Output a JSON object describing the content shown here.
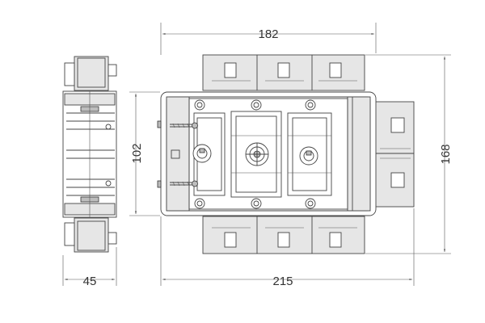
{
  "dimensions": {
    "top_width": "182",
    "overall_height": "168",
    "inner_height": "102",
    "side_depth": "45",
    "overall_width": "215"
  },
  "colors": {
    "line": "#444444",
    "fill": "#e6e6e6",
    "background": "#ffffff"
  }
}
